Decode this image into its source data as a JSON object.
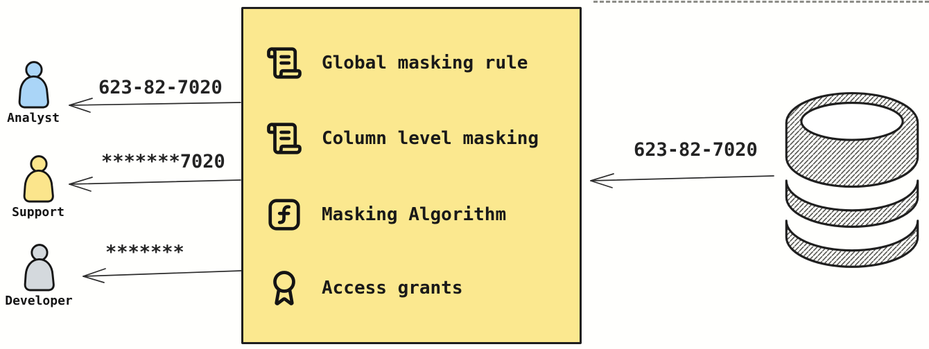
{
  "diagram": {
    "flows": {
      "db_to_box": "623-82-7020",
      "analyst": "623-82-7020",
      "support": "*******7020",
      "developer": "*******"
    },
    "users": [
      {
        "name": "Analyst",
        "fill": "#AAD5F7"
      },
      {
        "name": "Support",
        "fill": "#FBE58C"
      },
      {
        "name": "Developer",
        "fill": "#D4D9DD"
      }
    ],
    "box": {
      "fill": "#FBE88F",
      "items": [
        {
          "icon": "scroll-text-icon",
          "label": "Global masking rule"
        },
        {
          "icon": "scroll-text-icon",
          "label": "Column level masking"
        },
        {
          "icon": "function-square-icon",
          "label": "Masking Algorithm"
        },
        {
          "icon": "award-icon",
          "label": "Access grants"
        }
      ]
    },
    "database": {
      "icon": "database-icon"
    },
    "colors": {
      "ink": "#1e1e1e",
      "arrow": "#2c2c2c"
    }
  }
}
